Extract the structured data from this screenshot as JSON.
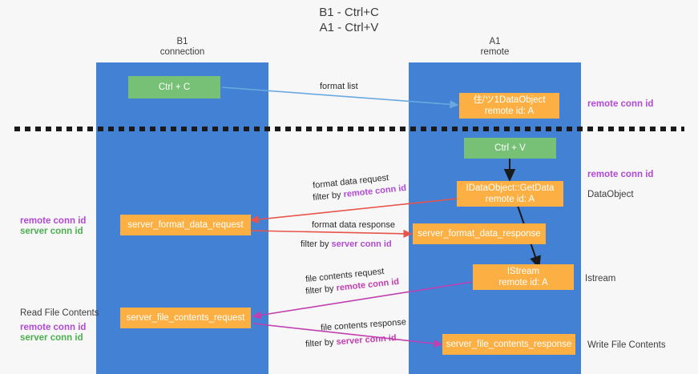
{
  "title": "B1 - Ctrl+C\nA1 - Ctrl+V",
  "lanes": [
    {
      "name": "b1",
      "header": "B1\nconnection"
    },
    {
      "name": "a1",
      "header": "A1\nremote"
    }
  ],
  "boxes": {
    "ctrl_c": "Ctrl + C",
    "ctrl_v": "Ctrl + V",
    "idataobject": "住/ツ1DataObject\nremote id: A",
    "getdata": "IDataObject::GetData\nremote id: A",
    "istream": "IStream\nremote id: A",
    "server_format_data_request": "server_format_data_request",
    "server_format_data_response": "server_format_data_response",
    "server_file_contents_request": "server_file_contents_request",
    "server_file_contents_response": "server_file_contents_response"
  },
  "right_labels": {
    "remote_conn_id_top": "remote conn id",
    "remote_conn_id_mid": "remote conn id",
    "dataobject": "DataObject",
    "istream": "Istream",
    "write_file_contents": "Write File Contents"
  },
  "left_labels": {
    "remote_conn_id": "remote conn id",
    "server_conn_id": "server conn id",
    "read_file_contents": "Read File Contents",
    "remote_conn_id_2": "remote conn id",
    "server_conn_id_2": "server conn id"
  },
  "edges": {
    "format_list": "format list",
    "format_data_request": "format data request",
    "format_data_request_filter_prefix": "filter by ",
    "format_data_request_filter_key": "remote conn id",
    "format_data_response": "format data response",
    "format_data_response_filter_prefix": "filter by ",
    "format_data_response_filter_key": "server conn id",
    "file_contents_request": "file contents request",
    "file_contents_request_filter_prefix": "filter by ",
    "file_contents_request_filter_key": "remote conn id",
    "file_contents_response": "file contents response",
    "file_contents_response_filter_prefix": "filter by ",
    "file_contents_response_filter_key": "server conn id"
  },
  "colors": {
    "lane": "#4281d4",
    "green_box": "#77c176",
    "orange_box": "#fcb043",
    "purple": "#b14ad4",
    "green_text": "#4caf50",
    "arrow_blue": "#6aa9e0",
    "arrow_red": "#e8534a",
    "arrow_magenta": "#c13fb0",
    "arrow_black": "#1a1a1a",
    "background": "#f7f7f7"
  }
}
